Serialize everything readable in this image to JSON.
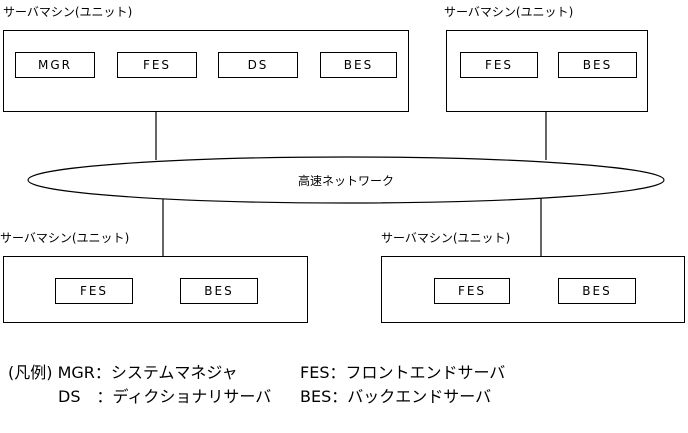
{
  "diagram": {
    "network": {
      "label": "高速ネットワーク",
      "shape": "ellipse"
    },
    "units": [
      {
        "id": "unit-top-left",
        "label": "サーバマシン(ユニット)",
        "services": [
          "MGR",
          "FES",
          "DS",
          "BES"
        ]
      },
      {
        "id": "unit-top-right",
        "label": "サーバマシン(ユニット)",
        "services": [
          "FES",
          "BES"
        ]
      },
      {
        "id": "unit-bottom-left",
        "label": "サーバマシン(ユニット)",
        "services": [
          "FES",
          "BES"
        ]
      },
      {
        "id": "unit-bottom-right",
        "label": "サーバマシン(ユニット)",
        "services": [
          "FES",
          "BES"
        ]
      }
    ],
    "legend": {
      "title": "(凡例)",
      "entries": [
        {
          "key": "MGR",
          "separator": "：",
          "description": "システムマネジャ"
        },
        {
          "key": "DS　",
          "separator": "：",
          "description": "ディクショナリサーバ"
        },
        {
          "key": "FES",
          "separator": "：",
          "description": "フロントエンドサーバ"
        },
        {
          "key": "BES",
          "separator": "：",
          "description": "バックエンドサーバ"
        }
      ],
      "rows": [
        {
          "left": "(凡例) MGR：システムマネジャ",
          "right": "FES：フロントエンドサーバ"
        },
        {
          "left": "DS　：ディクショナリサーバ",
          "right": "BES：バックエンドサーバ"
        }
      ]
    },
    "colors": {
      "stroke": "#000000",
      "background": "#ffffff",
      "text": "#000000"
    }
  }
}
